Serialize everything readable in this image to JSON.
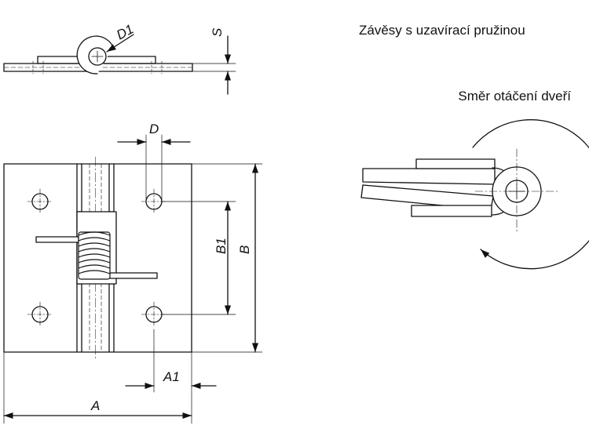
{
  "captions": {
    "title": "Závěsy s uzavírací pružinou",
    "rotation_note": "Směr otáčení dveří"
  },
  "dimensions": {
    "D1": "D1",
    "S": "S",
    "D": "D",
    "B1": "B1",
    "B": "B",
    "A1": "A1",
    "A": "A"
  },
  "colors": {
    "line": "#111111",
    "background": "#ffffff"
  }
}
